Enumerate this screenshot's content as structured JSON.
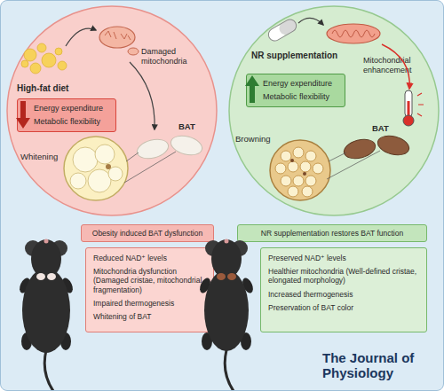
{
  "diagram": {
    "nodes": [
      {
        "text": [
          "High-fat diet",
          "Damaged mitochondria",
          "BAT",
          "Whitening"
        ]
      },
      {
        "text": [
          "Energy expenditure",
          "Metabolic flexibility"
        ],
        "in": 0
      },
      {
        "text": [
          "NR supplementation",
          "Mitochondrial enhancement",
          "Browning",
          "BAT"
        ]
      },
      {
        "text": [
          "Energy expenditure",
          "Metabolic flexibility"
        ],
        "in": 2
      },
      {
        "text": [
          "Obesity induced BAT dysfunction"
        ]
      },
      {
        "text": [
          "Reduced NAD⁺ levels",
          "Mitochondria dysfunction (Damaged cristae, mitochondrial fragmentation)",
          "Impaired thermogenesis",
          "Whitening of BAT"
        ]
      },
      {
        "text": [
          "NR supplementation restores BAT function"
        ]
      },
      {
        "text": [
          "Preserved NAD⁺ levels",
          "Healthier mitochondria (Well-defined cristae, elongated morphology)",
          "Increased thermogenesis",
          "Preservation of BAT color"
        ]
      }
    ],
    "labels": [
      "The Journal of Physiology"
    ]
  }
}
